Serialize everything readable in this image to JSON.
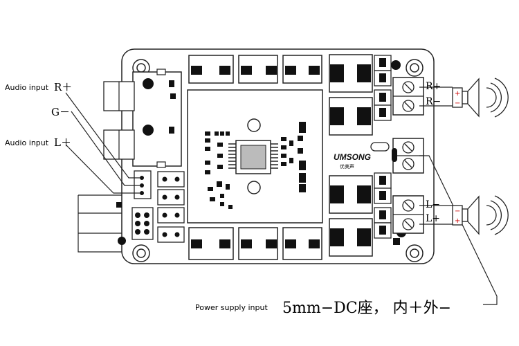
{
  "labels": {
    "audio_input_r": "Audio input",
    "audio_input_r_suffix": "R＋",
    "ground": "G－",
    "audio_input_l": "Audio input",
    "audio_input_l_suffix": "L＋",
    "power_supply_input": "Power supply input",
    "dc_spec": "5mm−DC座，  内＋外−",
    "speaker_right_plus": "R+",
    "speaker_right_minus": "R−",
    "speaker_left_minus": "L−",
    "speaker_left_plus": "L+",
    "brand_logo": "UMSONG",
    "brand_sub": "优美声",
    "plus_sign": "+",
    "minus_sign": "−"
  },
  "colors": {
    "board_outline": "#222222",
    "component_fill": "#111111",
    "polarity_red": "#cc0000",
    "wire": "#222222"
  }
}
